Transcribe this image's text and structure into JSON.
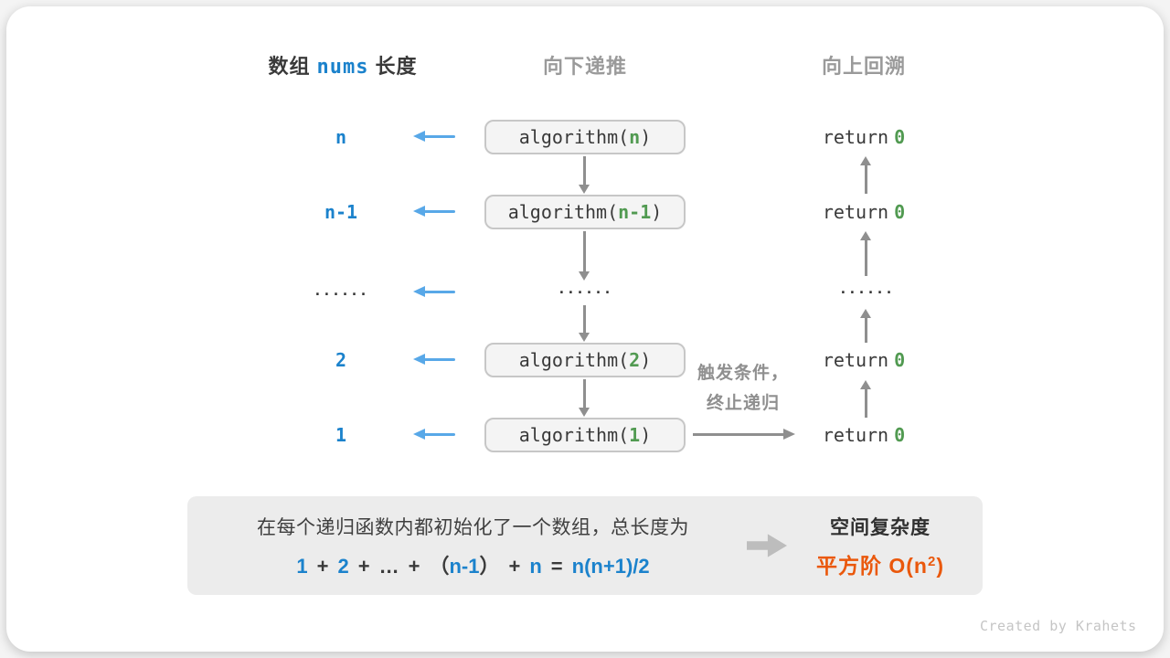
{
  "colors": {
    "blue_text": "#1b82cc",
    "light_blue_arrow": "#58a8e8",
    "green_value": "#519a51",
    "gray_arrow": "#8f8f8f",
    "orange_result": "#ea580c",
    "dark_text": "#3a3a3a",
    "header_gray": "#9a9a9a"
  },
  "header": {
    "array_pre": "数组",
    "array_code": "nums",
    "array_post": "长度",
    "down_label": "向下递推",
    "up_label": "向上回溯"
  },
  "rows": [
    {
      "length": "n",
      "fn_open": "algorithm(",
      "arg": "n",
      "fn_close": ")",
      "ret_kw": "return",
      "ret_val": "0"
    },
    {
      "length": "n-1",
      "fn_open": "algorithm(",
      "arg": "n-1",
      "fn_close": ")",
      "ret_kw": "return",
      "ret_val": "0"
    },
    {
      "length_dots": "······",
      "mid_dots": "······",
      "right_dots": "······"
    },
    {
      "length": "2",
      "fn_open": "algorithm(",
      "arg": "2",
      "fn_close": ")",
      "ret_kw": "return",
      "ret_val": "0"
    },
    {
      "length": "1",
      "fn_open": "algorithm(",
      "arg": "1",
      "fn_close": ")",
      "ret_kw": "return",
      "ret_val": "0"
    }
  ],
  "base_case_note": {
    "line1": "触发条件，",
    "line2": "终止递归"
  },
  "summary": {
    "description": "在每个递归函数内都初始化了一个数组，总长度为",
    "formula": {
      "n1": "1",
      "plus1": "+",
      "n2": "2",
      "plus2": "+",
      "ellipsis": "…",
      "plus3": "+",
      "open_paren": "（",
      "n3": "n-1",
      "close_paren": "）",
      "plus4": "+",
      "n4": "n",
      "equals": "=",
      "result": "n(n+1)/2"
    },
    "conclusion_title": "空间复杂度",
    "order_label": "平方阶",
    "big_o_open": "O(n",
    "exponent": "2",
    "big_o_close": ")"
  },
  "credit": "Created by Krahets"
}
